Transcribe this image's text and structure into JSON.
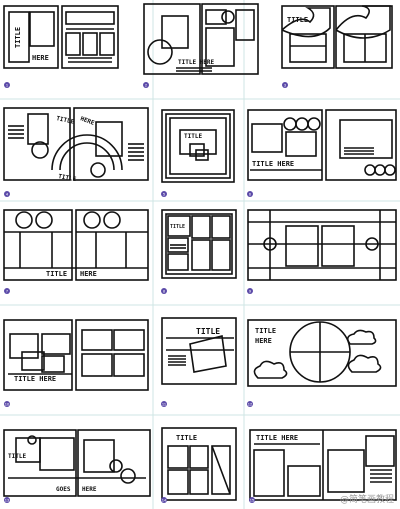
{
  "page": {
    "watermark": "@简笔画教程"
  },
  "layouts": [
    {
      "num": "1",
      "texts": [
        "TITLE",
        "HERE"
      ]
    },
    {
      "num": "2",
      "texts": [
        "TITLE HERE"
      ]
    },
    {
      "num": "3",
      "texts": [
        "TITLE"
      ]
    },
    {
      "num": "4",
      "texts": [
        "TITLE",
        "HERE",
        "TITLE"
      ]
    },
    {
      "num": "5",
      "texts": [
        "TITLE"
      ]
    },
    {
      "num": "6",
      "texts": [
        "TITLE HERE"
      ]
    },
    {
      "num": "7",
      "texts": [
        "TITLE",
        "HERE"
      ]
    },
    {
      "num": "8",
      "texts": [
        "TITLE"
      ]
    },
    {
      "num": "9",
      "texts": []
    },
    {
      "num": "10",
      "texts": [
        "TITLE HERE"
      ]
    },
    {
      "num": "11",
      "texts": [
        "TITLE"
      ]
    },
    {
      "num": "12",
      "texts": [
        "TITLE",
        "HERE"
      ]
    },
    {
      "num": "13",
      "texts": [
        "TITLE",
        "GOES",
        "HERE"
      ]
    },
    {
      "num": "14",
      "texts": [
        "TITLE"
      ]
    },
    {
      "num": "15",
      "texts": [
        "TITLE HERE"
      ]
    }
  ]
}
